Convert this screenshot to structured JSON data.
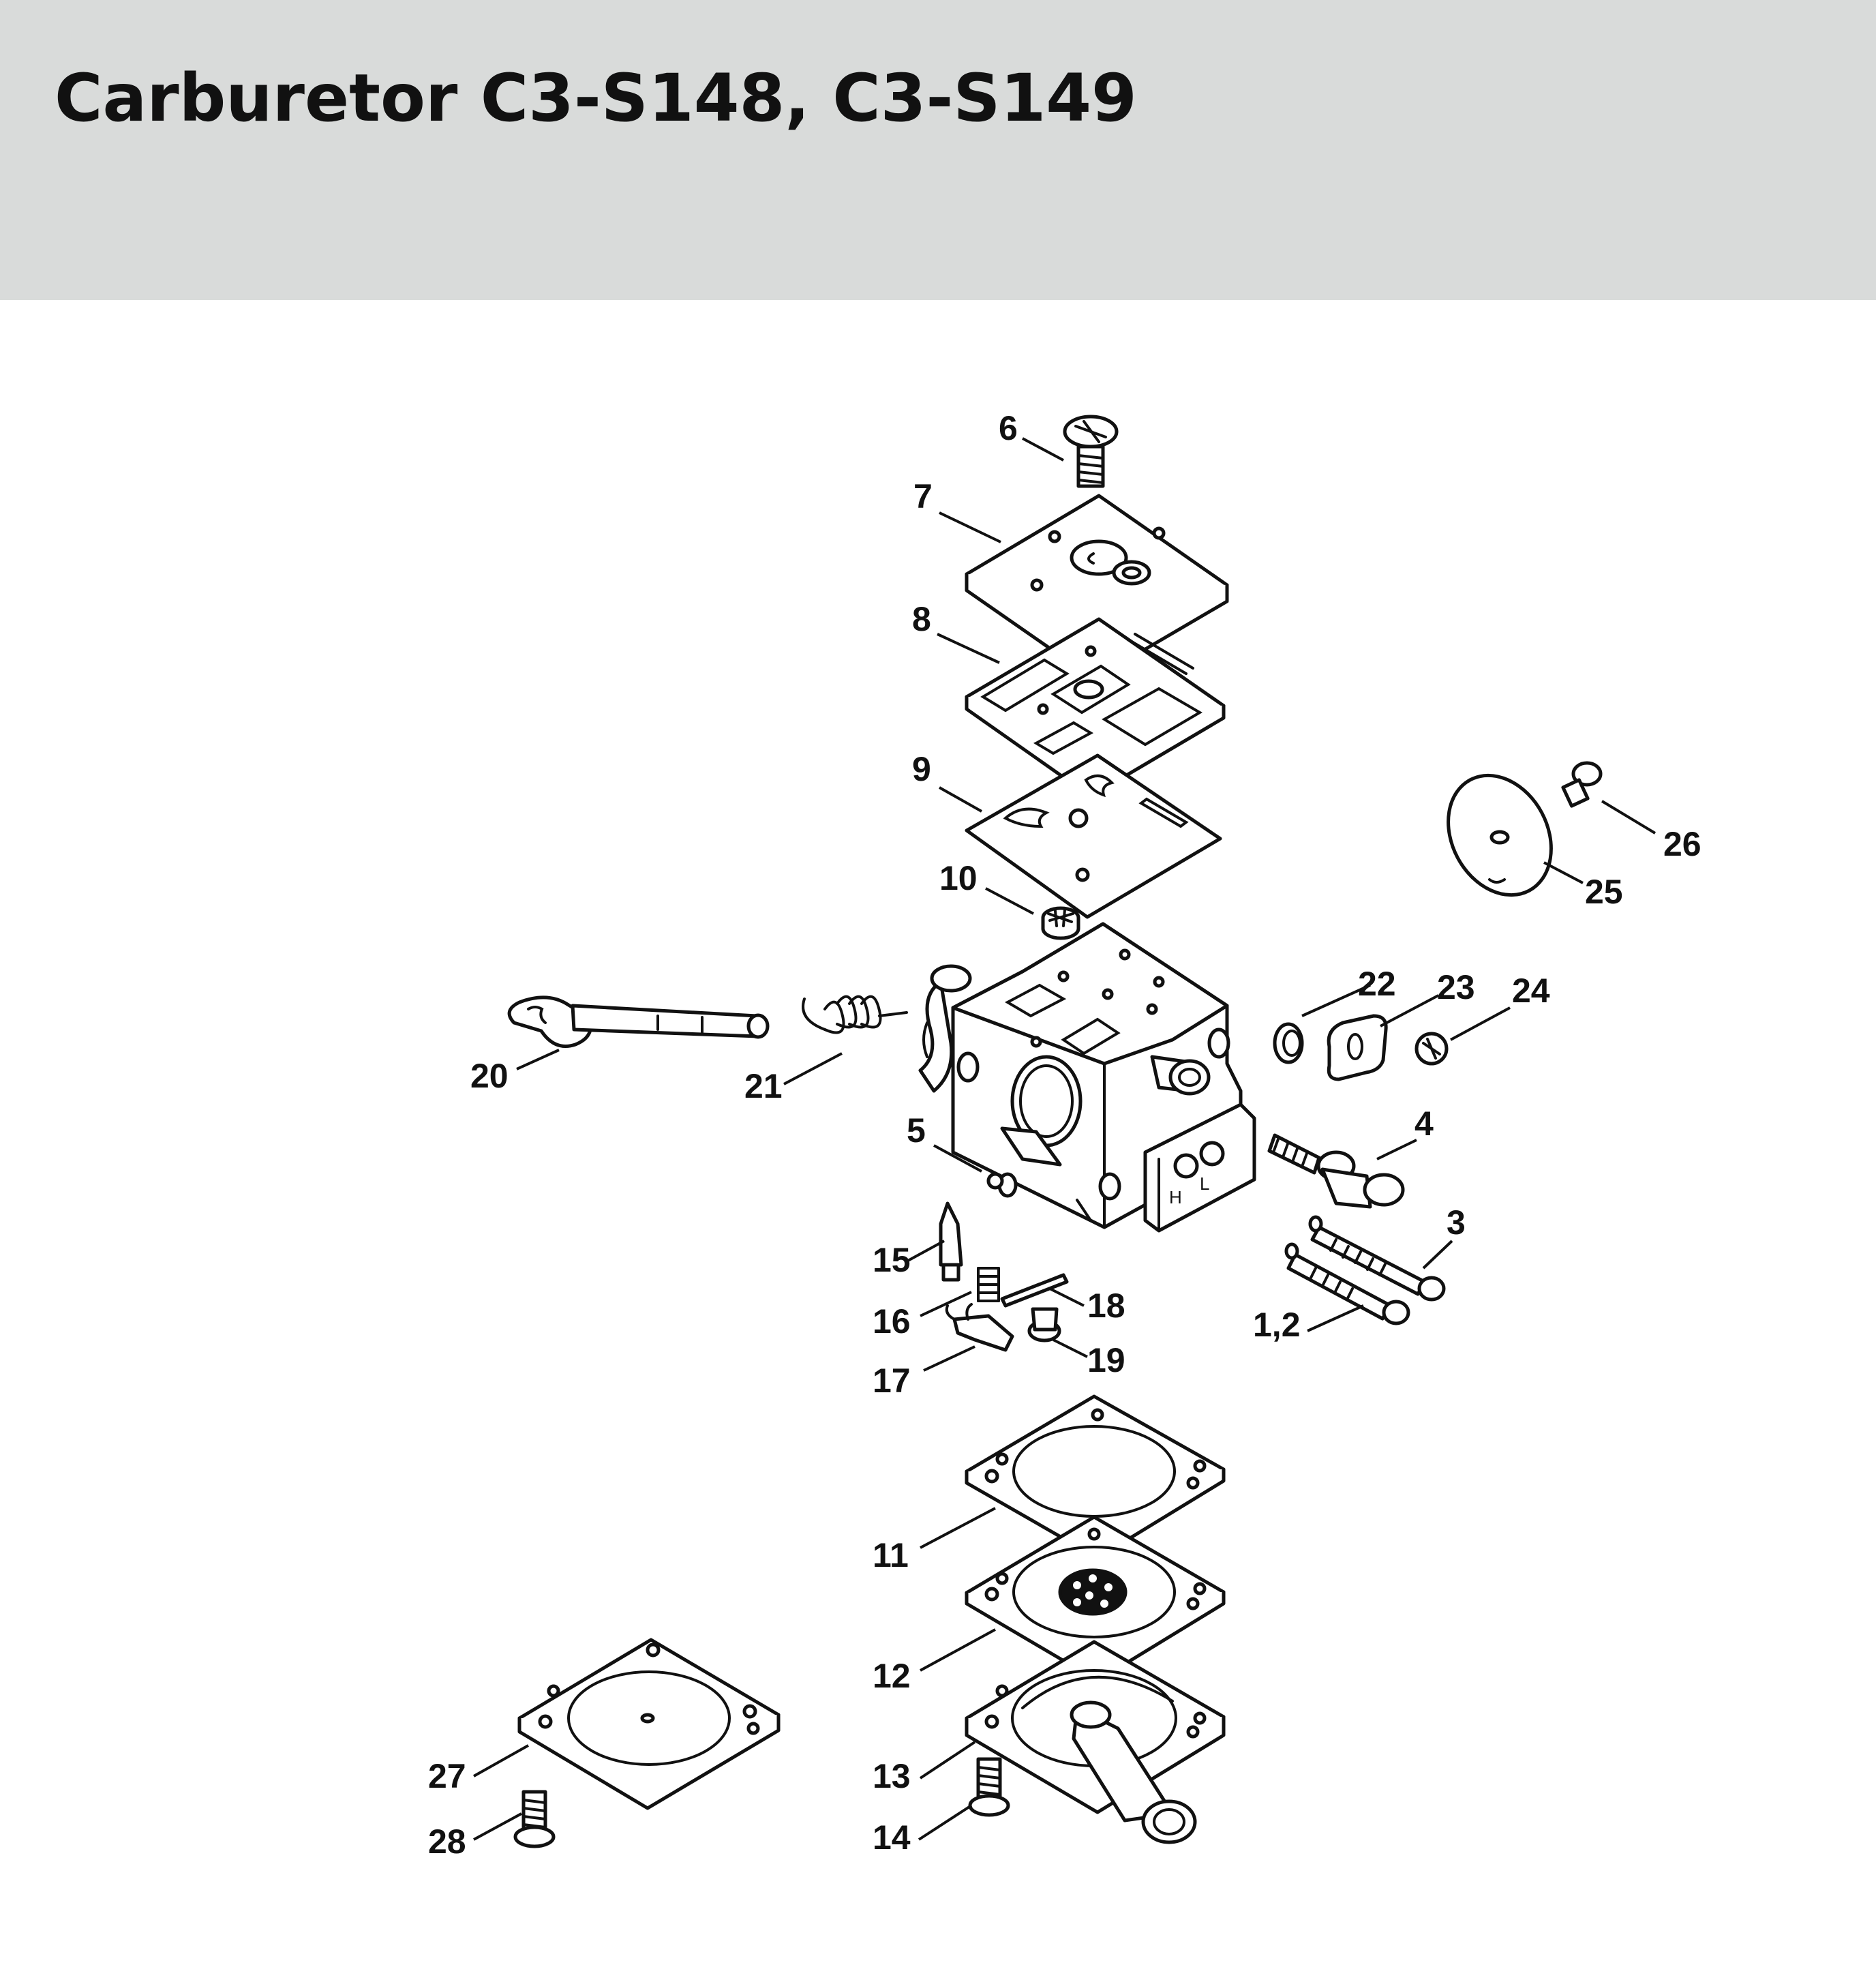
{
  "header": {
    "title": "Carburetor C3-S148, C3-S149"
  },
  "diagram": {
    "labels": {
      "p6": "6",
      "p7": "7",
      "p8": "8",
      "p9": "9",
      "p10": "10",
      "p20": "20",
      "p21": "21",
      "p22": "22",
      "p23": "23",
      "p24": "24",
      "p25": "25",
      "p26": "26",
      "p4": "4",
      "p5": "5",
      "p3": "3",
      "p1_2": "1,2",
      "p15": "15",
      "p16": "16",
      "p17": "17",
      "p18": "18",
      "p19": "19",
      "p11": "11",
      "p12": "12",
      "p13": "13",
      "p14": "14",
      "p27": "27",
      "p28": "28",
      "needle_h": "H",
      "needle_l": "L"
    }
  }
}
